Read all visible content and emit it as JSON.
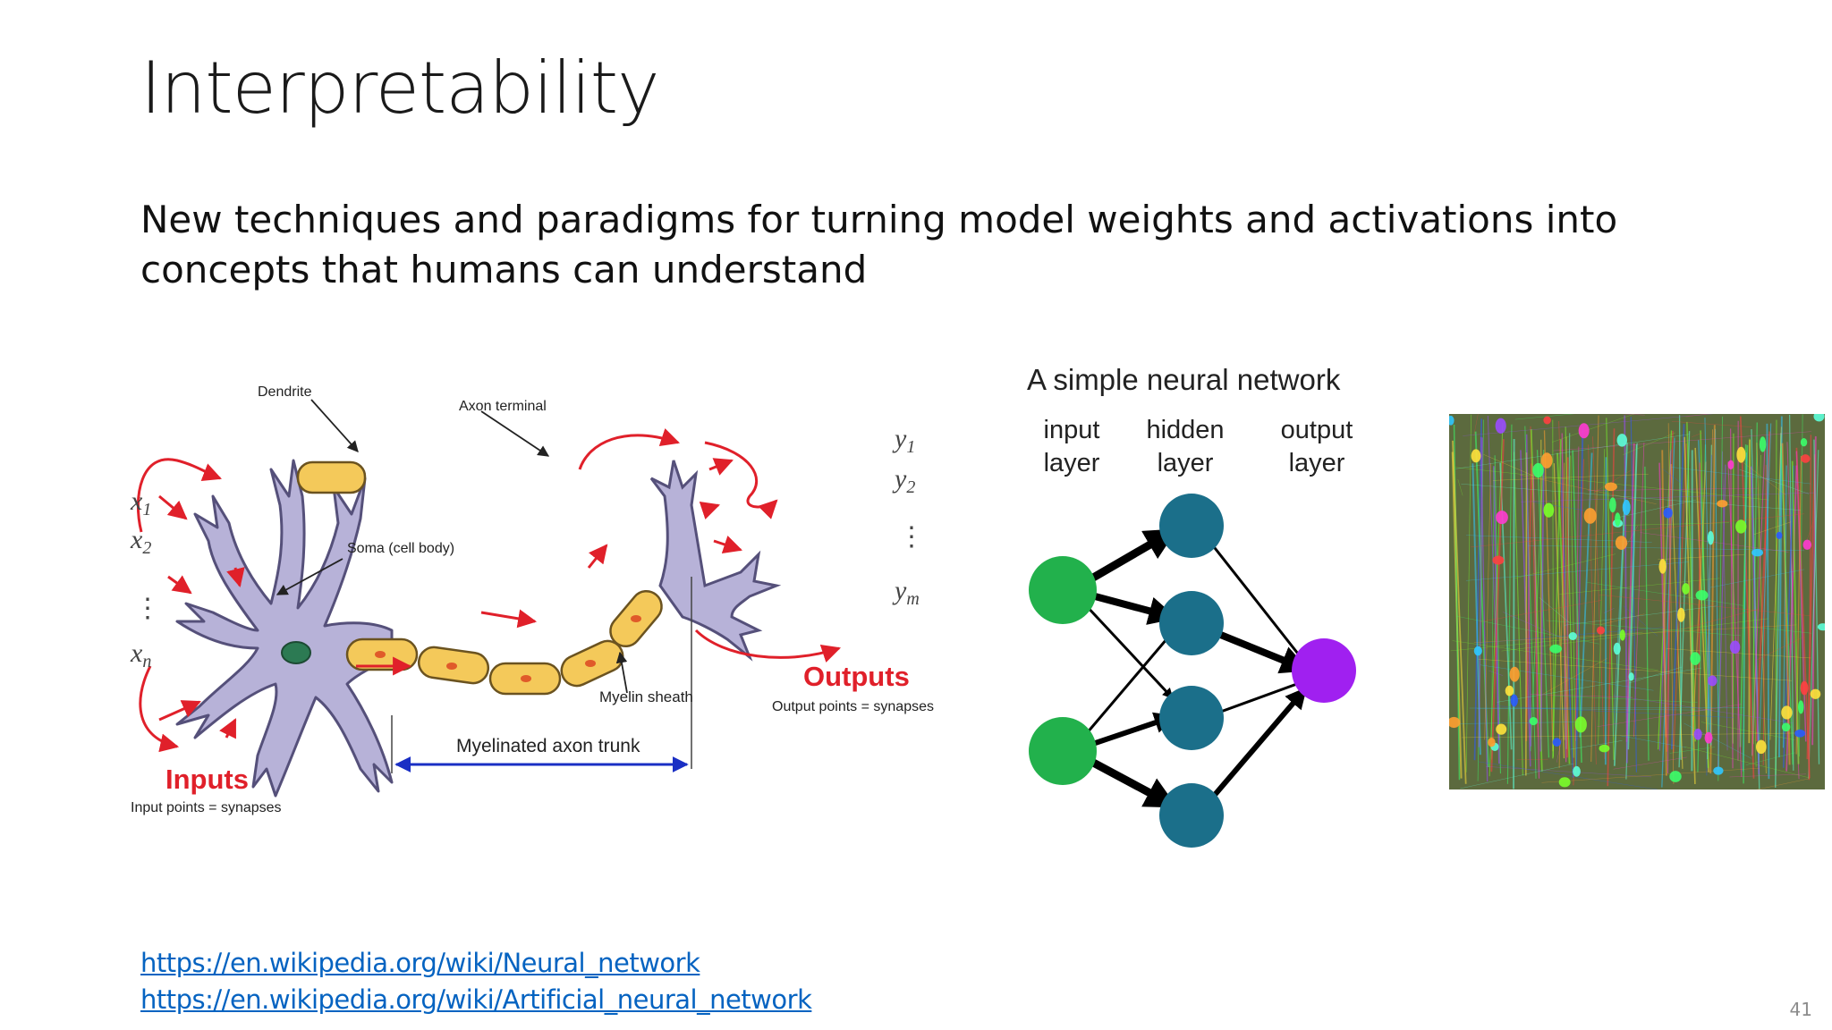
{
  "slide": {
    "title": "Interpretability",
    "subtitle": "New techniques and paradigms for turning model weights and activations into concepts that humans can understand",
    "page_number": "41"
  },
  "neuron_diagram": {
    "dendrite": "Dendrite",
    "axon_terminal": "Axon terminal",
    "soma": "Soma (cell body)",
    "myelin": "Myelin sheath",
    "trunk": "Myelinated axon trunk",
    "inputs_title": "Inputs",
    "inputs_sub": "Input points = synapses",
    "outputs_title": "Outputs",
    "outputs_sub": "Output points = synapses",
    "x1": "x",
    "x1_sub": "1",
    "x2": "x",
    "x2_sub": "2",
    "xn": "x",
    "xn_sub": "n",
    "y1": "y",
    "y1_sub": "1",
    "y2": "y",
    "y2_sub": "2",
    "ym": "y",
    "ym_sub": "m",
    "ellipsis": "⋮"
  },
  "nn_diagram": {
    "title": "A simple neural network",
    "input_l1": "input",
    "input_l2": "layer",
    "hidden_l1": "hidden",
    "hidden_l2": "layer",
    "output_l1": "output",
    "output_l2": "layer",
    "colors": {
      "input": "#22b14c",
      "hidden": "#1b6f8a",
      "output": "#a020f0"
    }
  },
  "links": [
    "https://en.wikipedia.org/wiki/Neural_network",
    "https://en.wikipedia.org/wiki/Artificial_neural_network"
  ]
}
